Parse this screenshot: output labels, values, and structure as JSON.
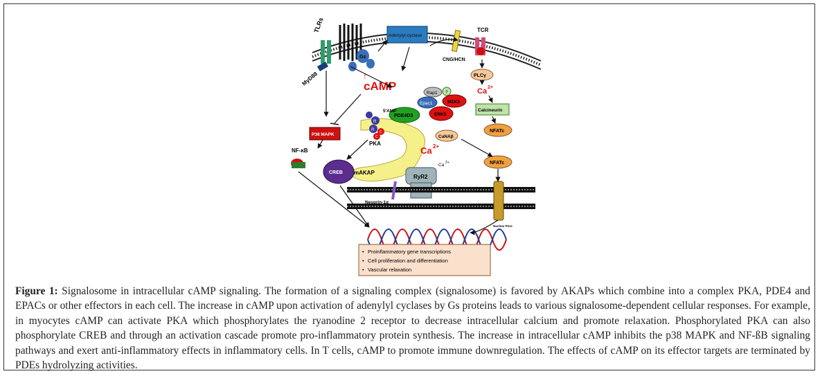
{
  "figure": {
    "labels": {
      "tlrs": "TLRs",
      "myd88": "MyD88",
      "gs": "Gs",
      "adenylyl_cyclase": "Adenylyl-cyclase",
      "cng_hcn": "CNG/HCN",
      "tcr": "TCR",
      "camp": "cAMP",
      "rap1": "Rap1",
      "question": "?",
      "epac1": "Epac1",
      "mek5": "MEK5",
      "erk5": "ERK5",
      "pde4d3": "PDE4D3",
      "five_amp": "5'AMP",
      "plcg": "PLCγ",
      "ca2_top": "Ca",
      "ca2_top_sup": "2+",
      "calcineurin": "Calcineurin",
      "nfatc_top": "NFATc",
      "p38": "P38 MAPK",
      "nfkb": "NF-κB",
      "r1": "R",
      "r2": "R",
      "c1": "C",
      "c2": "C",
      "pka": "PKA",
      "canab": "CaNAβ",
      "ca2_mid": "Ca",
      "ca2_mid_sup": "2+",
      "creb": "CREB",
      "makap": "mAKAP",
      "ryr2": "RyR2",
      "ca2_small": "Ca",
      "ca2_small_sup": "2+",
      "nfatc_mid": "NFATc",
      "nesprin": "Nesprin-1α",
      "nuclear_pore": "Nuclear Pore"
    },
    "outcomes": [
      "Proinflammatory gene transcriptions",
      "Cell proliferation and differentiation",
      "Vascular relaxation"
    ],
    "colors": {
      "camp_red": "#e01010",
      "pde_green": "#22a022",
      "epac_blue": "#3a6fb7",
      "creb_purple": "#5b2d8e",
      "ac_blue": "#2a7bc0",
      "nfat_orange": "#f0a040",
      "calcineurin_green": "#bfe3a8",
      "makap_yellow": "#f5f08a",
      "outcome_bg": "#fbe0cc"
    }
  },
  "caption": {
    "label": "Figure 1:",
    "text": " Signalosome in intracellular cAMP signaling. The formation of a signaling complex (signalosome) is favored by AKAPs which combine into a complex PKA, PDE4 and EPACs or other effectors in each cell. The increase in cAMP upon activation of adenylyl cyclases by Gs proteins leads to various signalosome-dependent cellular responses. For example, in myocytes cAMP can activate PKA which phosphorylates the ryanodine 2 receptor to decrease intracellular calcium and promote relaxation. Phosphorylated PKA can also phosphorylate CREB and through an activation cascade promote pro-inflammatory protein synthesis. The increase in intracellular cAMP inhibits the p38 MAPK and NF-ßB signaling pathways and exert anti-inflammatory effects in inflammatory cells. In T cells, cAMP to promote immune downregulation. The effects of cAMP on its effector targets are terminated by PDEs hydrolyzing activities."
  }
}
